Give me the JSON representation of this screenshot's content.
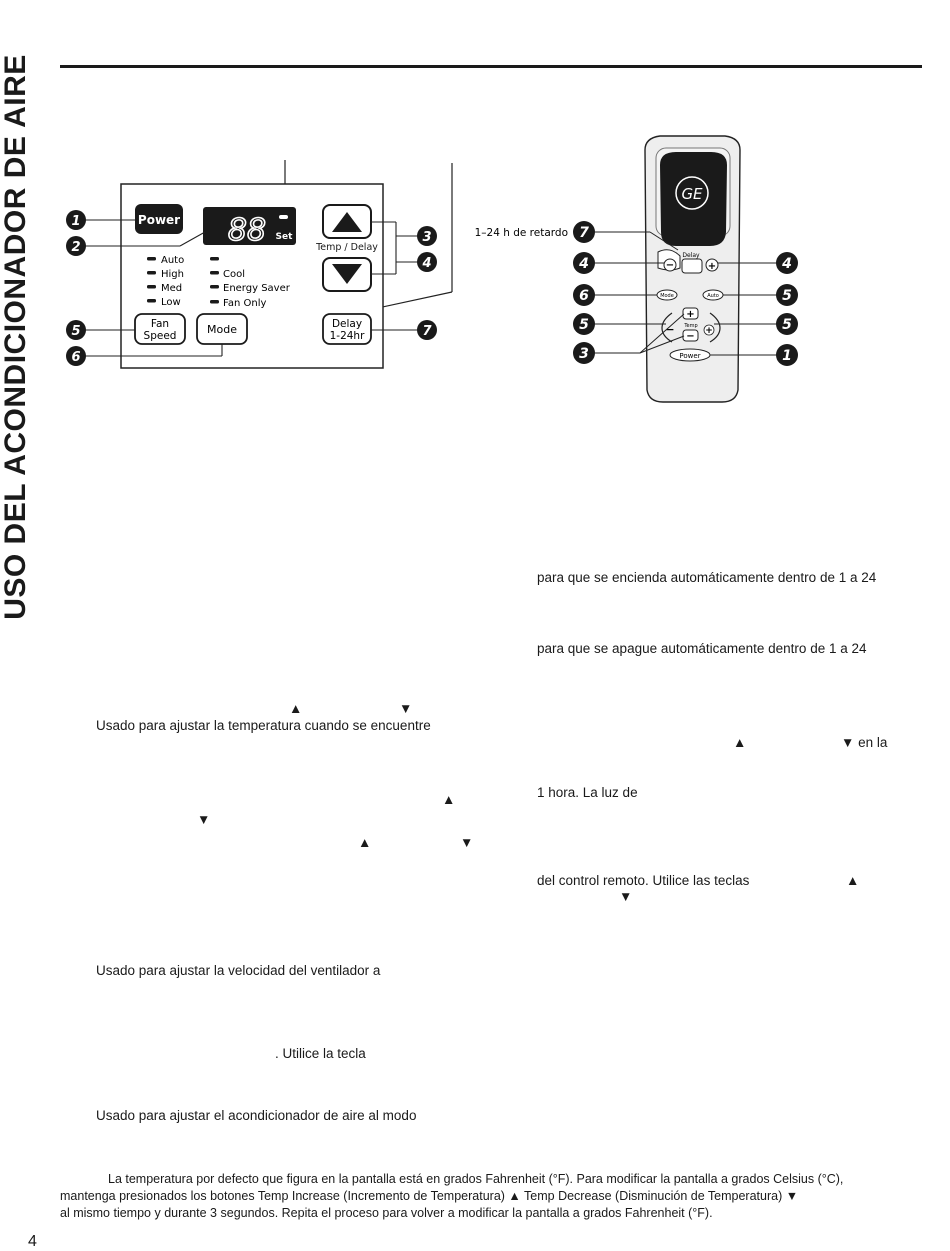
{
  "sidebar": {
    "title": "USO DEL ACONDICIONADOR DE AIRE"
  },
  "panel": {
    "power_label": "Power",
    "display_digits": "88",
    "set_label": "Set",
    "temp_delay_label": "Temp / Delay",
    "fan_levels": [
      "Auto",
      "High",
      "Med",
      "Low"
    ],
    "modes": [
      "Cool",
      "Energy Saver",
      "Fan Only"
    ],
    "fan_speed_label": [
      "Fan",
      "Speed"
    ],
    "mode_label": "Mode",
    "delay_label": [
      "Delay",
      "1-24hr"
    ],
    "callouts": {
      "power": "1",
      "display": "2",
      "up": "3",
      "down": "4",
      "fan_speed": "5",
      "mode": "6",
      "delay": "7"
    }
  },
  "remote": {
    "brand_logo": "GE",
    "delay_label": "Delay",
    "mode_label": "Mode",
    "auto_label": "Auto",
    "temp_label": "Temp",
    "power_label": "Power",
    "delay_caption": "1–24 h de retardo",
    "callouts": [
      "7",
      "4",
      "4",
      "6",
      "5",
      "5",
      "5",
      "3",
      "1"
    ]
  },
  "body_text": {
    "left": [
      "▲",
      "▼",
      "Usado para ajustar la temperatura cuando se encuentre",
      "▲",
      "▼",
      "▲",
      "▼",
      "Usado para ajustar la velocidad del ventilador a",
      ". Utilice la tecla",
      "Usado para ajustar el acondicionador de aire al modo"
    ],
    "right": [
      "para que se encienda automáticamente dentro de 1 a 24",
      "para que se apague automáticamente dentro de 1 a 24",
      "▲",
      "▼ en la",
      "1 hora. La luz de",
      "del control remoto. Utilice las teclas",
      "▲",
      "▼"
    ]
  },
  "note": {
    "line1": "La temperatura por defecto que figura en la pantalla está en grados Fahrenheit (°F). Para modificar la pantalla a grados Celsius (°C),",
    "line2": "mantenga presionados  los botones Temp Increase (Incremento de Temperatura) ▲ Temp Decrease  (Disminución de Temperatura) ▼",
    "line3": "al mismo tiempo y durante 3 segundos. Repita el proceso para volver a modificar la pantalla a grados Fahrenheit (°F)."
  },
  "page_number": "4"
}
